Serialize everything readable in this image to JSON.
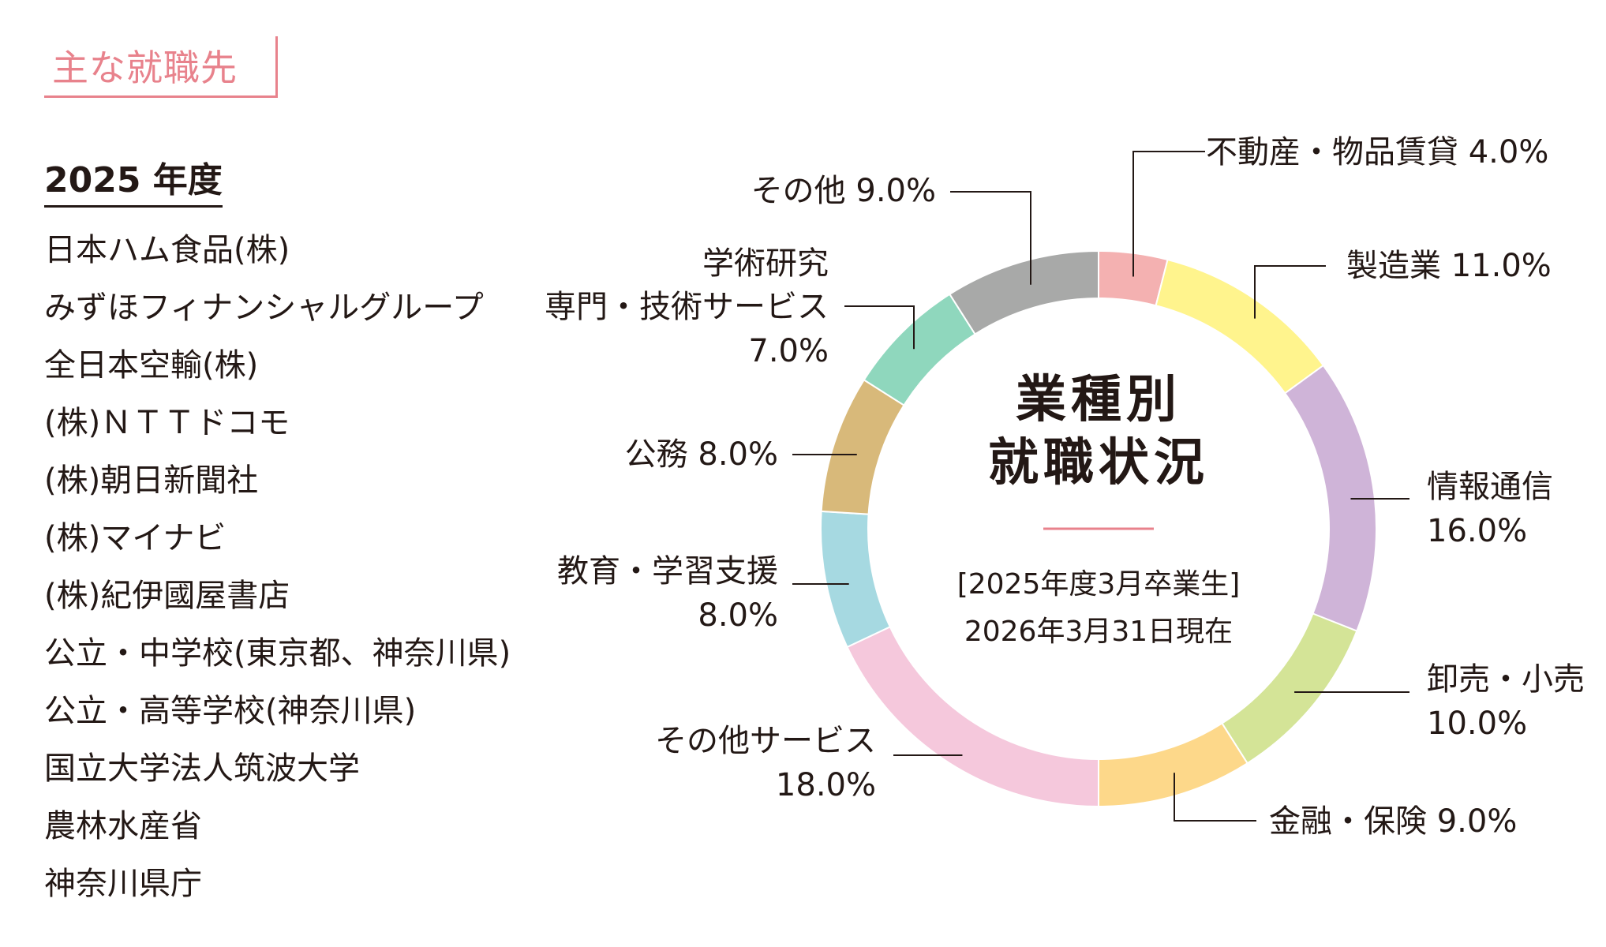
{
  "section_title": "主な就職先",
  "year_heading": "2025 年度",
  "companies": [
    "日本ハム食品(株)",
    "みずほフィナンシャルグループ",
    "全日本空輸(株)",
    "(株)ＮＴＴドコモ",
    "(株)朝日新聞社",
    "(株)マイナビ",
    "(株)紀伊國屋書店",
    "公立・中学校(東京都、神奈川県)",
    "公立・高等学校(神奈川県)",
    "国立大学法人筑波大学",
    "農林水産省",
    "神奈川県庁"
  ],
  "chart_data": {
    "type": "pie",
    "donut": true,
    "title_lines": [
      "業種別",
      "就職状況"
    ],
    "note_lines": [
      "[2025年度3月卒業生]",
      "2026年3月31日現在"
    ],
    "unit": "%",
    "series": [
      {
        "label": "不動産・物品賃貸",
        "value_text": "4.0%",
        "value": 4.0,
        "color": "#f4b1b1"
      },
      {
        "label": "製造業",
        "value_text": "11.0%",
        "value": 11.0,
        "color": "#fff48d"
      },
      {
        "label": "情報通信",
        "value_text": "16.0%",
        "value": 16.0,
        "color": "#cfb4d8"
      },
      {
        "label": "卸売・小売",
        "value_text": "10.0%",
        "value": 10.0,
        "color": "#d4e497"
      },
      {
        "label": "金融・保険",
        "value_text": "9.0%",
        "value": 9.0,
        "color": "#fdd88a"
      },
      {
        "label": "その他サービス",
        "value_text": "18.0%",
        "value": 18.0,
        "color": "#f5c8dc"
      },
      {
        "label": "教育・学習支援",
        "value_text": "8.0%",
        "value": 8.0,
        "color": "#a6d9e1"
      },
      {
        "label": "公務",
        "value_text": "8.0%",
        "value": 8.0,
        "color": "#d8b97a"
      },
      {
        "label": "学術研究 専門・技術サービス",
        "value_text": "7.0%",
        "value": 7.0,
        "color": "#8fd7bd"
      },
      {
        "label": "その他",
        "value_text": "9.0%",
        "value": 9.0,
        "color": "#a8a9a8"
      }
    ]
  }
}
